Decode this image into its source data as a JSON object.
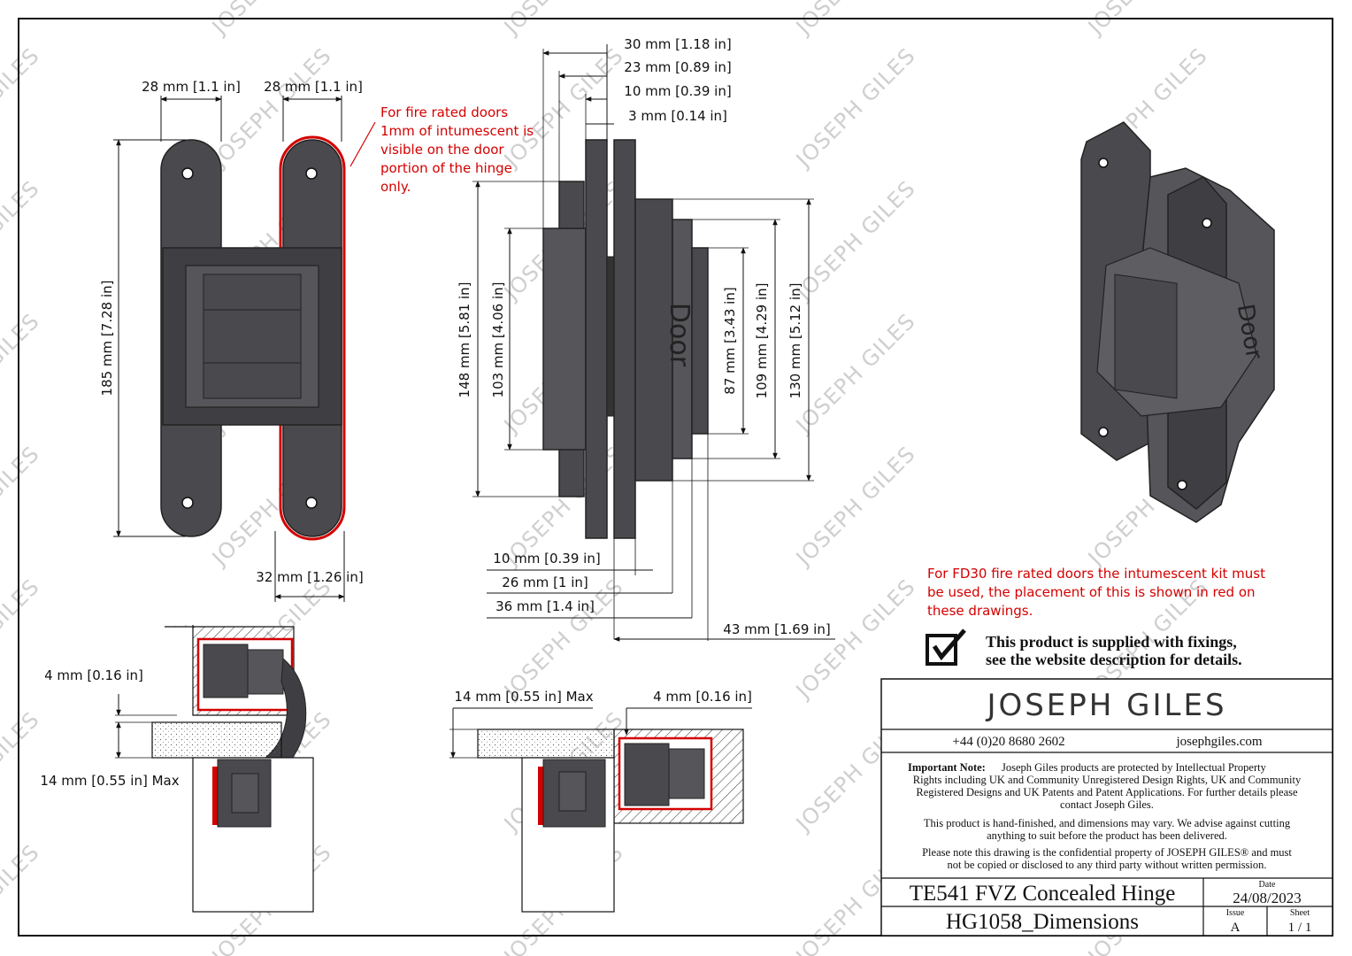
{
  "watermark": "JOSEPH GILES",
  "colors": {
    "hinge": "#4a4a4e",
    "hinge_dark": "#2c2c30",
    "intumescent": "#d40000",
    "line": "#111111",
    "annotation": "#d40000"
  },
  "front_view": {
    "dims": {
      "leaf_width_left": "28 mm [1.1 in]",
      "leaf_width_right": "28 mm [1.1 in]",
      "height": "185 mm [7.28 in]",
      "body_width": "32 mm [1.26 in]"
    },
    "note_lines": [
      "For fire rated doors",
      "1mm of intumescent is",
      "visible on the door",
      "portion of the hinge",
      "only."
    ]
  },
  "side_view": {
    "door_label": "Door",
    "dims": {
      "top": [
        "30 mm [1.18 in]",
        "23 mm [0.89 in]",
        "10 mm [0.39 in]",
        "3 mm [0.14 in]"
      ],
      "left": [
        "148 mm [5.81 in]",
        "103 mm [4.06 in]"
      ],
      "right": [
        "87 mm [3.43 in]",
        "109 mm [4.29 in]",
        "130 mm [5.12 in]"
      ],
      "bottom": [
        "10 mm [0.39 in]",
        "26 mm [1 in]",
        "36 mm [1.4 in]",
        "43 mm [1.69 in]"
      ]
    }
  },
  "iso_view": {
    "door_label": "Door"
  },
  "section_left": {
    "dims": [
      "4 mm [0.16 in]",
      "14 mm [0.55 in] Max"
    ]
  },
  "section_right": {
    "dims": [
      "14 mm [0.55 in] Max",
      "4 mm [0.16 in]"
    ]
  },
  "fd30_note_lines": [
    "For FD30 fire rated doors the intumescent kit must",
    "be used, the placement of this is shown in red on",
    "these drawings."
  ],
  "fixings_note_lines": [
    "This product is supplied with fixings,",
    "see the website description for details."
  ],
  "title_block": {
    "brand": "JOSEPH GILES",
    "phone": "+44 (0)20 8680 2602",
    "website": "josephgiles.com",
    "important_label": "Important Note:",
    "important_lines": [
      "Joseph Giles products are protected by   Intellectual Property",
      "Rights including UK and Community Unregistered Design Rights, UK and Community",
      "Registered Designs and UK Patents and Patent Applications.  For further details please",
      "contact Joseph Giles."
    ],
    "handfinish_lines": [
      "This product is hand-finished, and dimensions may vary. We advise against cutting",
      "anything to suit before the product has been delivered."
    ],
    "confidential_lines": [
      "Please note this drawing is the confidential property of JOSEPH GILES® and must",
      "not be copied or disclosed to any third party without written permission."
    ],
    "product_name": "TE541 FVZ Concealed Hinge",
    "drawing_name": "HG1058_Dimensions",
    "date_label": "Date",
    "date": "24/08/2023",
    "issue_label": "Issue",
    "issue": "A",
    "sheet_label": "Sheet",
    "sheet": "1 / 1"
  }
}
